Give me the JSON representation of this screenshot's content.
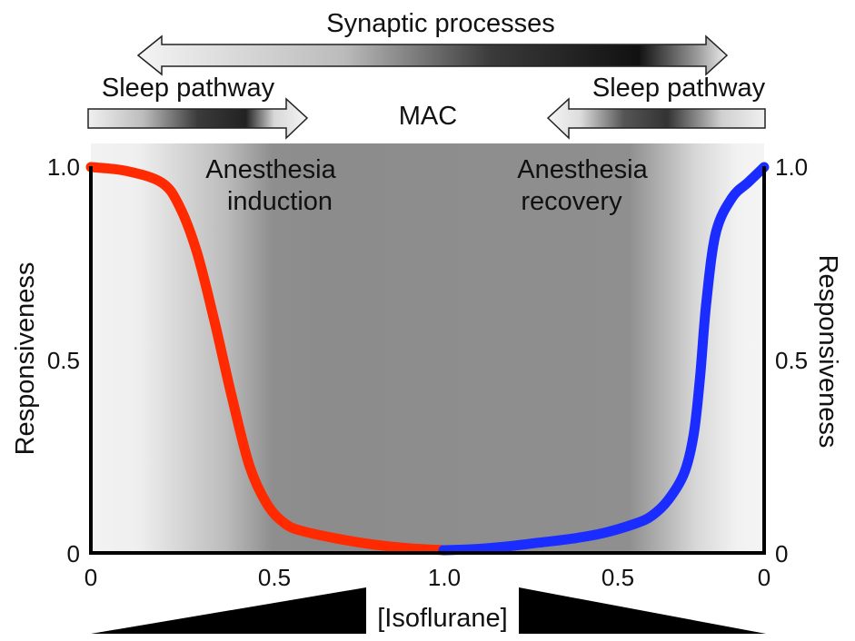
{
  "header": {
    "synaptic_label": "Synaptic processes",
    "sleep_left_label": "Sleep pathway",
    "sleep_right_label": "Sleep pathway",
    "mac_label": "MAC"
  },
  "regions": {
    "induction_line1": "Anesthesia",
    "induction_line2": "induction",
    "recovery_line1": "Anesthesia",
    "recovery_line2": "recovery"
  },
  "axes": {
    "left_label": "Responsiveness",
    "right_label": "Responsiveness",
    "left_ticks": [
      "1.0",
      "0.5",
      "0"
    ],
    "right_ticks": [
      "1.0",
      "0.5",
      "0"
    ],
    "x_ticks": [
      "0",
      "0.5",
      "1.0",
      "0.5",
      "0"
    ],
    "x_label": "[Isoflurane]"
  },
  "colors": {
    "induction": "#ff2a00",
    "recovery": "#1a2cff",
    "shade_dark": "#8c8c8c",
    "shade_light": "#f2f2f2"
  },
  "chart_data": {
    "type": "line",
    "series": [
      {
        "name": "Anesthesia induction",
        "x": [
          0,
          0.1,
          0.2,
          0.25,
          0.3,
          0.35,
          0.4,
          0.45,
          0.5,
          0.55,
          0.6,
          0.7,
          0.8,
          0.9,
          1.0
        ],
        "y": [
          1.0,
          0.99,
          0.96,
          0.9,
          0.78,
          0.6,
          0.4,
          0.22,
          0.12,
          0.07,
          0.05,
          0.03,
          0.015,
          0.005,
          0
        ]
      },
      {
        "name": "Anesthesia recovery",
        "x": [
          1.0,
          0.9,
          0.8,
          0.7,
          0.6,
          0.5,
          0.4,
          0.35,
          0.3,
          0.25,
          0.22,
          0.2,
          0.18,
          0.15,
          0.1,
          0.05,
          0
        ],
        "y": [
          0,
          0.003,
          0.01,
          0.02,
          0.03,
          0.045,
          0.07,
          0.09,
          0.13,
          0.2,
          0.3,
          0.45,
          0.65,
          0.83,
          0.92,
          0.96,
          1.0
        ]
      }
    ],
    "ylim": [
      0,
      1
    ],
    "xlim": [
      0,
      1
    ]
  }
}
